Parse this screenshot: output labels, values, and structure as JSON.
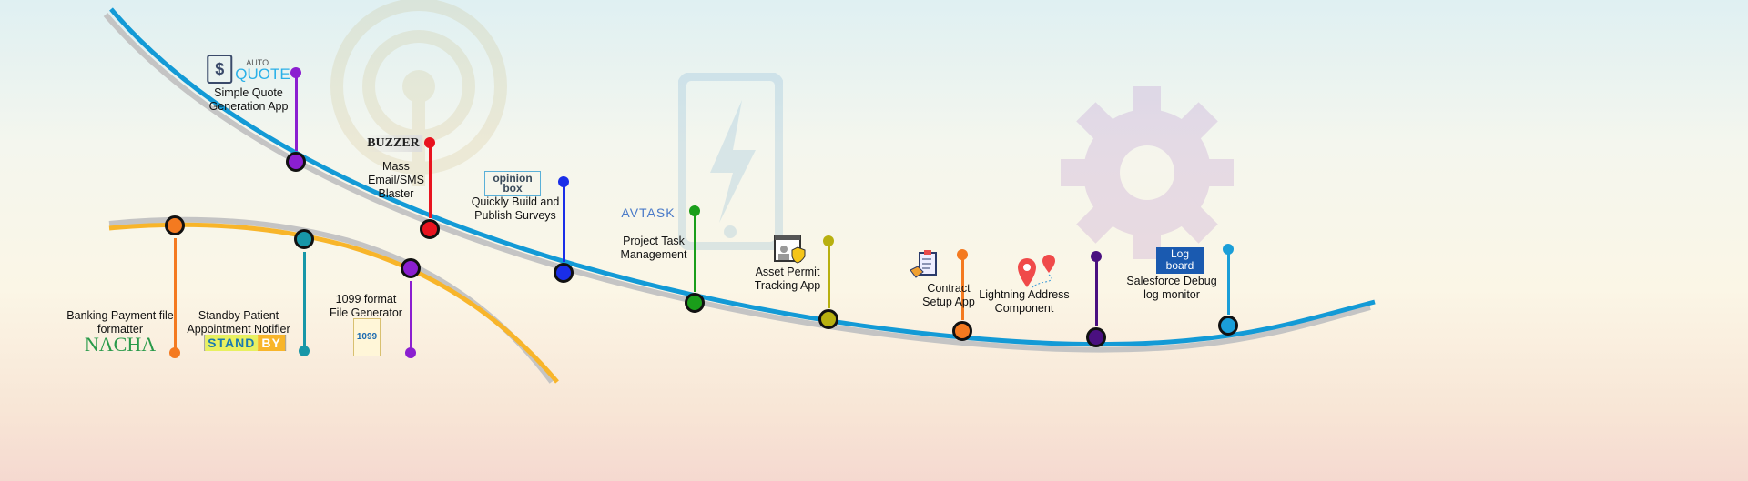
{
  "milestones": [
    {
      "title": "Simple Quote Generation App",
      "lines": [
        "Simple Quote",
        "Generation App"
      ],
      "logo": "AUTO QUOTE",
      "logo_top": "AUTO",
      "logo_main": "QUOTE",
      "color": "#8b1fd0",
      "track": "blue"
    },
    {
      "title": "Mass Email/SMS Blaster",
      "lines": [
        "Mass",
        "Email/SMS",
        "Blaster"
      ],
      "logo": "BUZZER",
      "color": "#e8131f",
      "track": "blue"
    },
    {
      "title": "Quickly Build and Publish Surveys",
      "lines": [
        "Quickly Build and",
        "Publish Surveys"
      ],
      "logo": "opinion box",
      "color": "#1a2ee8",
      "track": "blue"
    },
    {
      "title": "Project Task Management",
      "lines": [
        "Project Task",
        "Management"
      ],
      "logo": "AVTASK",
      "color": "#1a9e1a",
      "track": "blue"
    },
    {
      "title": "Asset Permit Tracking App",
      "lines": [
        "Asset Permit",
        "Tracking App"
      ],
      "logo": "asset-permit-icon",
      "color": "#b8b010",
      "track": "blue"
    },
    {
      "title": "Contract Setup App",
      "lines": [
        "Contract",
        "Setup App"
      ],
      "logo": "contract-icon",
      "color": "#f47a20",
      "track": "blue"
    },
    {
      "title": "Lightning Address Component",
      "lines": [
        "Lightning Address",
        "Component"
      ],
      "logo": "map-pin-icon",
      "color": "#4a1080",
      "track": "blue"
    },
    {
      "title": "Salesforce Debug log monitor",
      "lines": [
        "Salesforce Debug",
        "log monitor"
      ],
      "logo": "Log board",
      "logo_top": "Log",
      "logo_main": "board",
      "color": "#1a9ed8",
      "track": "blue"
    },
    {
      "title": "Banking Payment file formatter",
      "lines": [
        "Banking Payment file",
        "formatter"
      ],
      "logo": "NACHA",
      "color": "#f47a20",
      "track": "yellow"
    },
    {
      "title": "Standby Patient Appointment Notifier",
      "lines": [
        "Standby Patient",
        "Appointment Notifier"
      ],
      "logo": "STANDBY",
      "logo_top": "STAND",
      "logo_main": "BY",
      "color": "#1797a8",
      "track": "yellow"
    },
    {
      "title": "1099 format File Generator",
      "lines": [
        "1099 format",
        "File Generator"
      ],
      "logo": "1099",
      "color": "#8b1fd0",
      "track": "yellow"
    }
  ],
  "colors": {
    "blue_track": "#139ad6",
    "yellow_track": "#f8b52a",
    "shadow": "#bdbdbd"
  }
}
